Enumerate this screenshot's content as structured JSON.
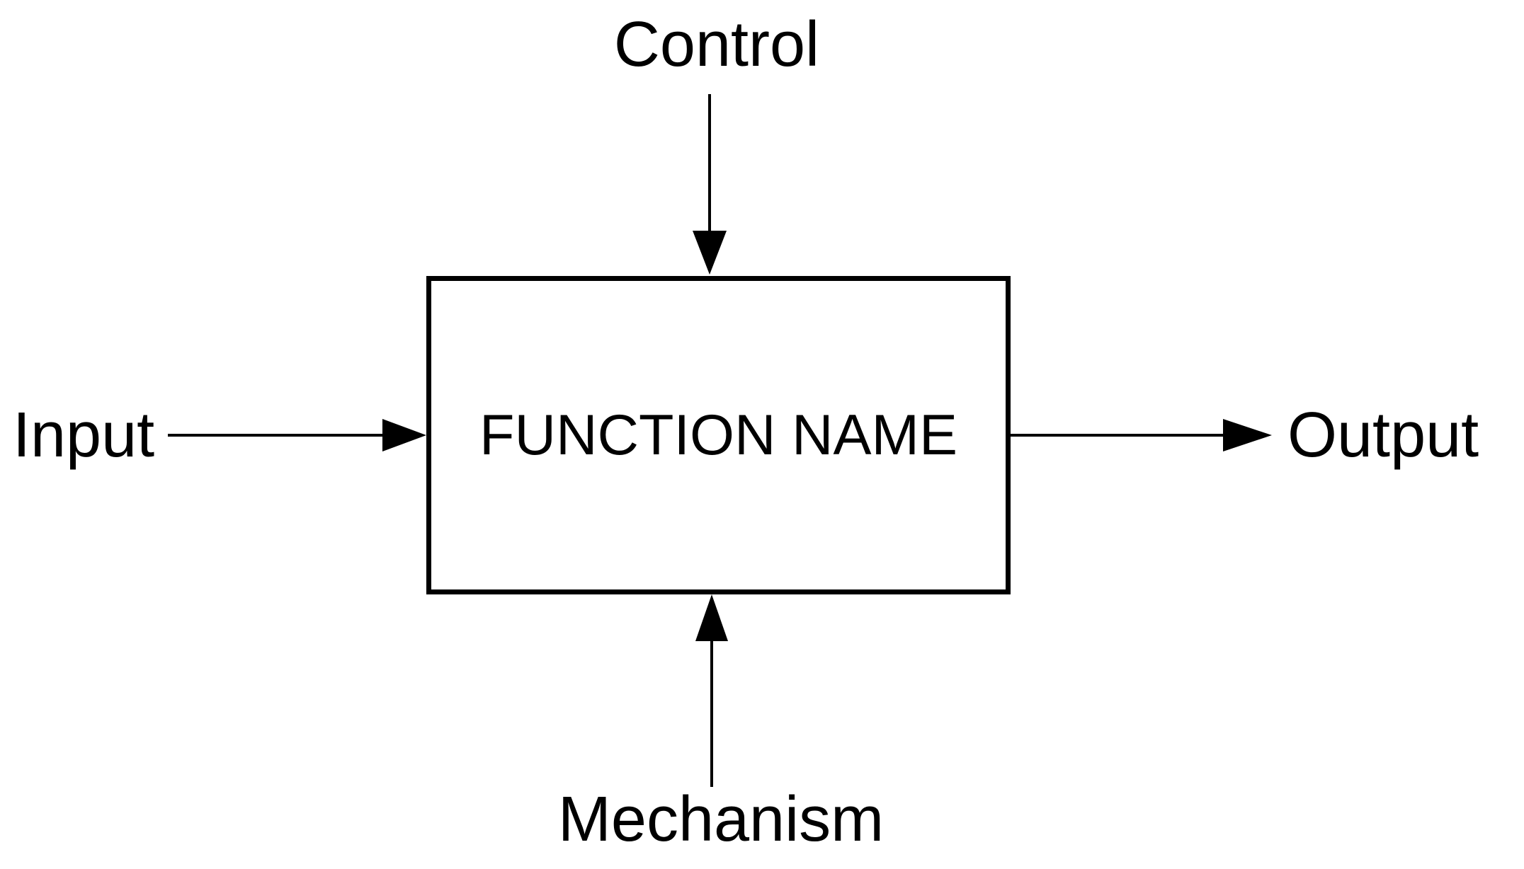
{
  "colors": {
    "background": "#ffffff",
    "stroke": "#000000",
    "text": "#000000"
  },
  "diagram": {
    "type": "idef0-function-box",
    "box": {
      "label": "FUNCTION NAME"
    },
    "arrows": [
      {
        "id": "control",
        "label": "Control",
        "side": "top",
        "direction": "down",
        "arrowhead": "solid-triangle"
      },
      {
        "id": "input",
        "label": "Input",
        "side": "left",
        "direction": "right",
        "arrowhead": "solid-triangle"
      },
      {
        "id": "output",
        "label": "Output",
        "side": "right",
        "direction": "right",
        "arrowhead": "solid-triangle"
      },
      {
        "id": "mechanism",
        "label": "Mechanism",
        "side": "bottom",
        "direction": "up",
        "arrowhead": "solid-triangle"
      }
    ]
  }
}
